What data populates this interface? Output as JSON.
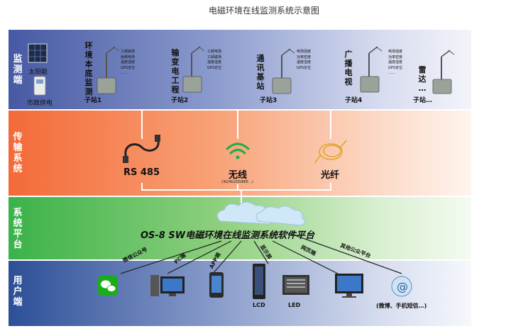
{
  "title": "电磁环境在线监测系统示意图",
  "bands": [
    {
      "label": [
        "监",
        "测",
        "端"
      ]
    },
    {
      "label": [
        "传",
        "输",
        "系",
        "统"
      ]
    },
    {
      "label": [
        "系",
        "统",
        "平",
        "台"
      ]
    },
    {
      "label": [
        "用",
        "户",
        "端"
      ]
    }
  ],
  "power": {
    "solar": "太阳能",
    "grid": "市政供电"
  },
  "stations": [
    {
      "name": [
        "环",
        "境",
        "本",
        "底",
        "监",
        "测"
      ],
      "sub": "子站1",
      "params": [
        "工频磁场",
        "射频电场",
        "温度湿度",
        "GPS定位",
        "……"
      ]
    },
    {
      "name": [
        "输",
        "变",
        "电",
        "工",
        "程"
      ],
      "sub": "子站2",
      "params": [
        "工频电场",
        "工频磁场",
        "温度湿度",
        "GPS定位"
      ]
    },
    {
      "name": [
        "通",
        "讯",
        "基",
        "站"
      ],
      "sub": "子站3",
      "params": [
        "电场强度",
        "功率密度",
        "温度湿度",
        "GPS定位"
      ]
    },
    {
      "name": [
        "广",
        "播",
        "电",
        "视"
      ],
      "sub": "子站4",
      "params": [
        "电场强度",
        "功率密度",
        "温度湿度",
        "GPS定位",
        "……"
      ]
    },
    {
      "name": [
        "雷",
        "达",
        "…"
      ],
      "sub": "子站…",
      "params": []
    }
  ],
  "transmission": [
    {
      "label": "RS 485",
      "note": ""
    },
    {
      "label": "无线",
      "note": "(3G/4G/ZIGBEE…)"
    },
    {
      "label": "光纤",
      "note": ""
    }
  ],
  "platform": {
    "name": "OS-8  SW电磁环境在线监测系统软件平台"
  },
  "channels": [
    "微信公众号",
    "PC端",
    "APP端",
    "显示屏",
    "网页端",
    "其他公众平台"
  ],
  "devices": {
    "lcd": "LCD",
    "led": "LED",
    "other": "(微博、手机短信…)"
  },
  "colors": {
    "monitor": "#4659a3",
    "transmit": "#f36a38",
    "platform": "#3bb24a",
    "user": "#2d4f97"
  }
}
